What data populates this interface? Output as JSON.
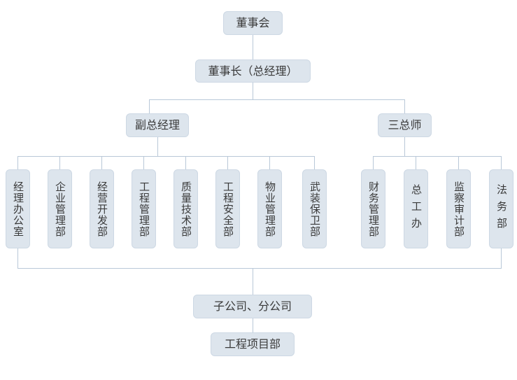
{
  "chart": {
    "type": "org-chart",
    "title": "",
    "colors": {
      "node_fill": "#dde5ed",
      "node_border": "#cdd8e4",
      "line": "#b9c8d8",
      "text": "#3a3a3a",
      "background": "#ffffff"
    },
    "levels": [
      {
        "level": 1,
        "nodes": [
          {
            "id": "board",
            "label": "董事会"
          }
        ]
      },
      {
        "level": 2,
        "nodes": [
          {
            "id": "chairman",
            "label": "董事长（总经理）"
          }
        ]
      },
      {
        "level": 3,
        "nodes": [
          {
            "id": "deputy_gm",
            "label": "副总经理"
          },
          {
            "id": "three_chiefs",
            "label": "三总师"
          }
        ]
      },
      {
        "level": 4,
        "group_left_parent": "deputy_gm",
        "group_right_parent": "three_chiefs",
        "departments_left": [
          {
            "id": "dept_1",
            "label": "经理办公室",
            "spaced": false
          },
          {
            "id": "dept_2",
            "label": "企业管理部",
            "spaced": false
          },
          {
            "id": "dept_3",
            "label": "经营开发部",
            "spaced": false
          },
          {
            "id": "dept_4",
            "label": "工程管理部",
            "spaced": false
          },
          {
            "id": "dept_5",
            "label": "质量技术部",
            "spaced": false
          },
          {
            "id": "dept_6",
            "label": "工程安全部",
            "spaced": false
          },
          {
            "id": "dept_7",
            "label": "物业管理部",
            "spaced": false
          },
          {
            "id": "dept_8",
            "label": "武装保卫部",
            "spaced": false
          }
        ],
        "departments_right": [
          {
            "id": "dept_9",
            "label": "财务管理部",
            "spaced": false
          },
          {
            "id": "dept_10",
            "label": "总工办",
            "spaced": true
          },
          {
            "id": "dept_11",
            "label": "监察审计部",
            "spaced": false
          },
          {
            "id": "dept_12",
            "label": "法务部",
            "spaced": true
          }
        ]
      },
      {
        "level": 5,
        "nodes": [
          {
            "id": "subsidiaries",
            "label": "子公司、分公司"
          }
        ]
      },
      {
        "level": 6,
        "nodes": [
          {
            "id": "project_dept",
            "label": "工程项目部"
          }
        ]
      }
    ]
  }
}
